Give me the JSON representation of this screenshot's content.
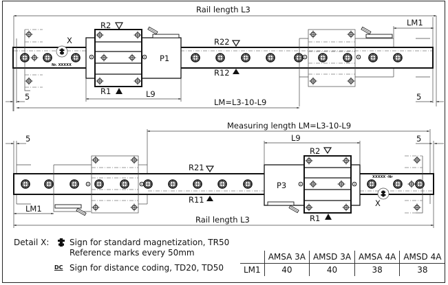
{
  "top_view": {
    "rail_length_label": "Rail length L3",
    "lm1_label": "LM1",
    "five_left": "5",
    "five_right": "5",
    "l9_label": "L9",
    "lm_formula": "LM=L3-10-L9",
    "r2_label": "R2",
    "r1_label": "R1",
    "r22_label": "R22",
    "r12_label": "R12",
    "p1_label": "P1",
    "x_label": "X",
    "serial_label": "Nr. XXXXX"
  },
  "bottom_view": {
    "measuring_length_label": "Measuring length LM=L3-10-L9",
    "rail_length_label": "Rail length L3",
    "lm1_label": "LM1",
    "five_left": "5",
    "five_right": "5",
    "l9_label": "L9",
    "r2_label": "R2",
    "r1_label": "R1",
    "r21_label": "R21",
    "r11_label": "R11",
    "p3_label": "P3",
    "x_label": "X",
    "serial_label": "XXXXX -Nr"
  },
  "legend": {
    "detail_label": "Detail X:",
    "magnetization_icon": "magnetization-sign-icon",
    "magnetization_text": "Sign for standard magnetization, TR50",
    "reference_text": "Reference marks every 50mm",
    "dc_icon_text": "DC",
    "dc_text": "Sign for distance coding, TD20, TD50"
  },
  "lm1_table": {
    "headers": [
      "",
      "AMSA 3A",
      "AMSD 3A",
      "AMSA 4A",
      "AMSD 4A"
    ],
    "rows": [
      [
        "LM1",
        "40",
        "40",
        "38",
        "38"
      ]
    ]
  }
}
